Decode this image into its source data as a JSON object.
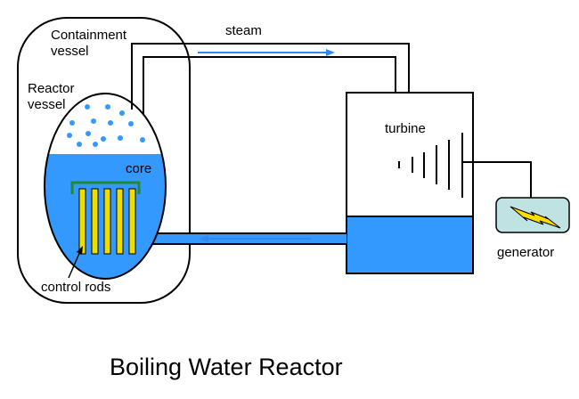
{
  "title": "Boiling Water Reactor",
  "labels": {
    "containment_line1": "Containment",
    "containment_line2": "vessel",
    "reactor_line1": "Reactor",
    "reactor_line2": "vessel",
    "core": "core",
    "control_rods": "control rods",
    "steam": "steam",
    "turbine": "turbine",
    "generator": "generator"
  },
  "colors": {
    "water": "#3399ff",
    "steam_bubble": "#3399ff",
    "flow_arrow": "#3388ee",
    "rods": "#eedd00",
    "core_bracket": "#228833",
    "generator_fill": "#bfe3e3",
    "lightning": "#ffdd00"
  },
  "icons": {
    "generator": "lightning-bolt-icon"
  }
}
